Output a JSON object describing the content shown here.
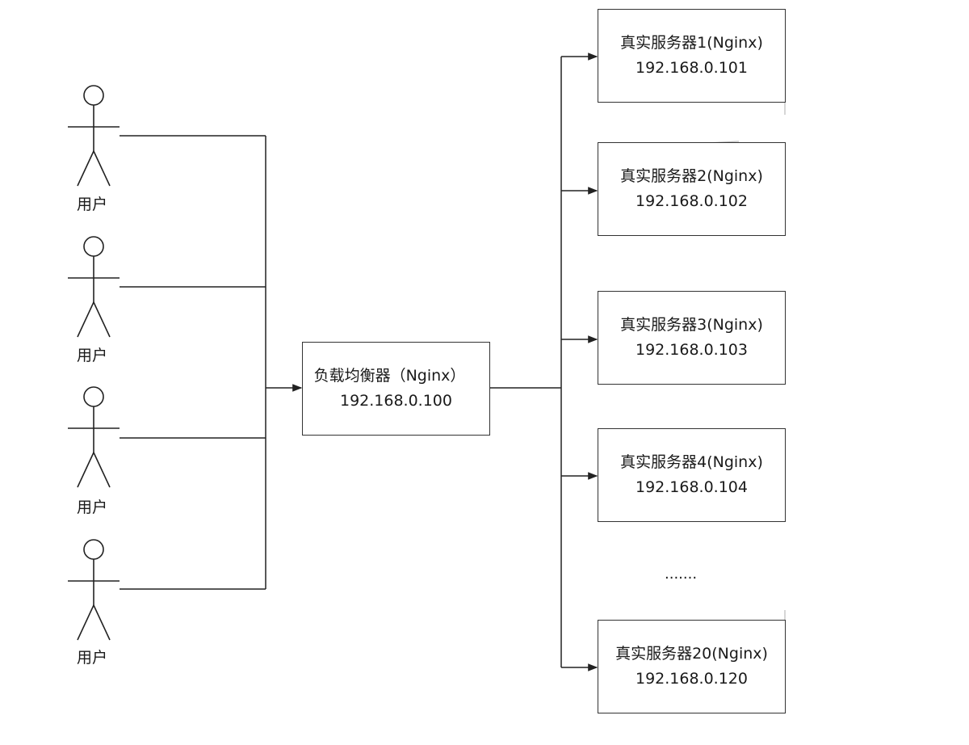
{
  "users": [
    {
      "label": "用户"
    },
    {
      "label": "用户"
    },
    {
      "label": "用户"
    },
    {
      "label": "用户"
    }
  ],
  "load_balancer": {
    "title": "负载均衡器（Nginx）",
    "ip": "192.168.0.100"
  },
  "servers": [
    {
      "title": "真实服务器1(Nginx)",
      "ip": "192.168.0.101"
    },
    {
      "title": "真实服务器2(Nginx)",
      "ip": "192.168.0.102"
    },
    {
      "title": "真实服务器3(Nginx)",
      "ip": "192.168.0.103"
    },
    {
      "title": "真实服务器4(Nginx)",
      "ip": "192.168.0.104"
    },
    {
      "title": "真实服务器20(Nginx)",
      "ip": "192.168.0.120"
    }
  ],
  "ellipsis": ".......",
  "colors": {
    "line": "#222222",
    "box_border": "#333333"
  }
}
